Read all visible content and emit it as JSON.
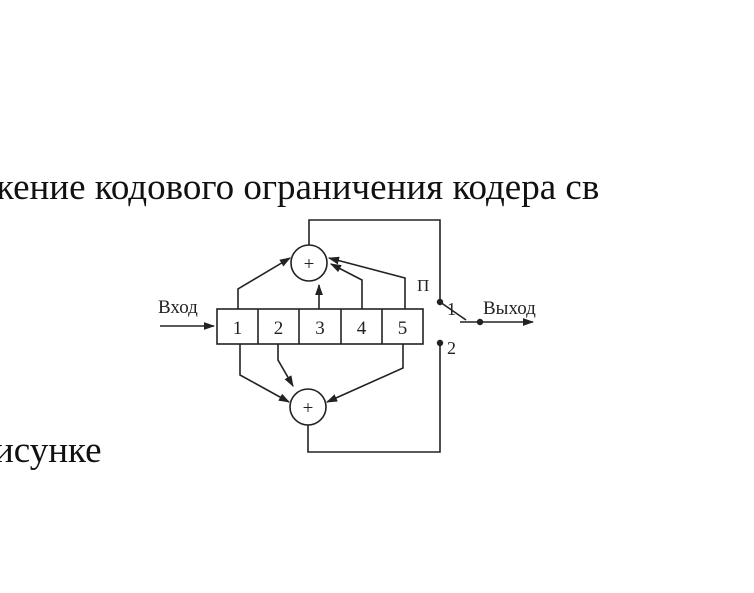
{
  "page": {
    "text_line_top": "жение кодового ограничения кодера св",
    "text_line_bottom": "исунке"
  },
  "diagram": {
    "input_label": "Вход",
    "output_label": "Выход",
    "cells": [
      "1",
      "2",
      "3",
      "4",
      "5"
    ],
    "adder_symbol": "+",
    "switch_label": "П",
    "switch_position_1": "1",
    "switch_position_2": "2"
  }
}
